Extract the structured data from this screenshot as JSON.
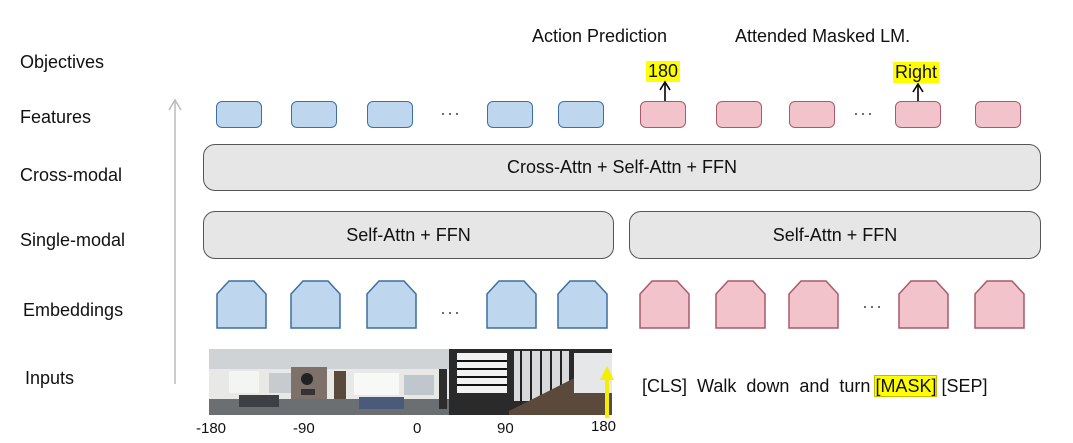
{
  "row_labels": {
    "objectives": "Objectives",
    "features": "Features",
    "cross_modal": "Cross-modal",
    "single_modal": "Single-modal",
    "embeddings": "Embeddings",
    "inputs": "Inputs"
  },
  "objectives": {
    "action_prediction": "Action Prediction",
    "attended_masked_lm": "Attended Masked LM.",
    "action_value": "180",
    "mlm_value": "Right"
  },
  "blocks": {
    "cross_modal": "Cross-Attn +  Self-Attn + FFN",
    "single_modal_left": "Self-Attn + FFN",
    "single_modal_right": "Self-Attn + FFN"
  },
  "ellipsis": "···",
  "text_input": {
    "before": "[CLS]  Walk  down  and  turn ",
    "mask": "[MASK]",
    "after": " [SEP]"
  },
  "panorama_ticks": [
    "-180",
    "-90",
    "0",
    "90",
    "180"
  ],
  "colors": {
    "visual_token": "#bfd7ee",
    "language_token": "#f2c3cb",
    "highlight": "#ffff00",
    "block": "#e6e6e6"
  }
}
